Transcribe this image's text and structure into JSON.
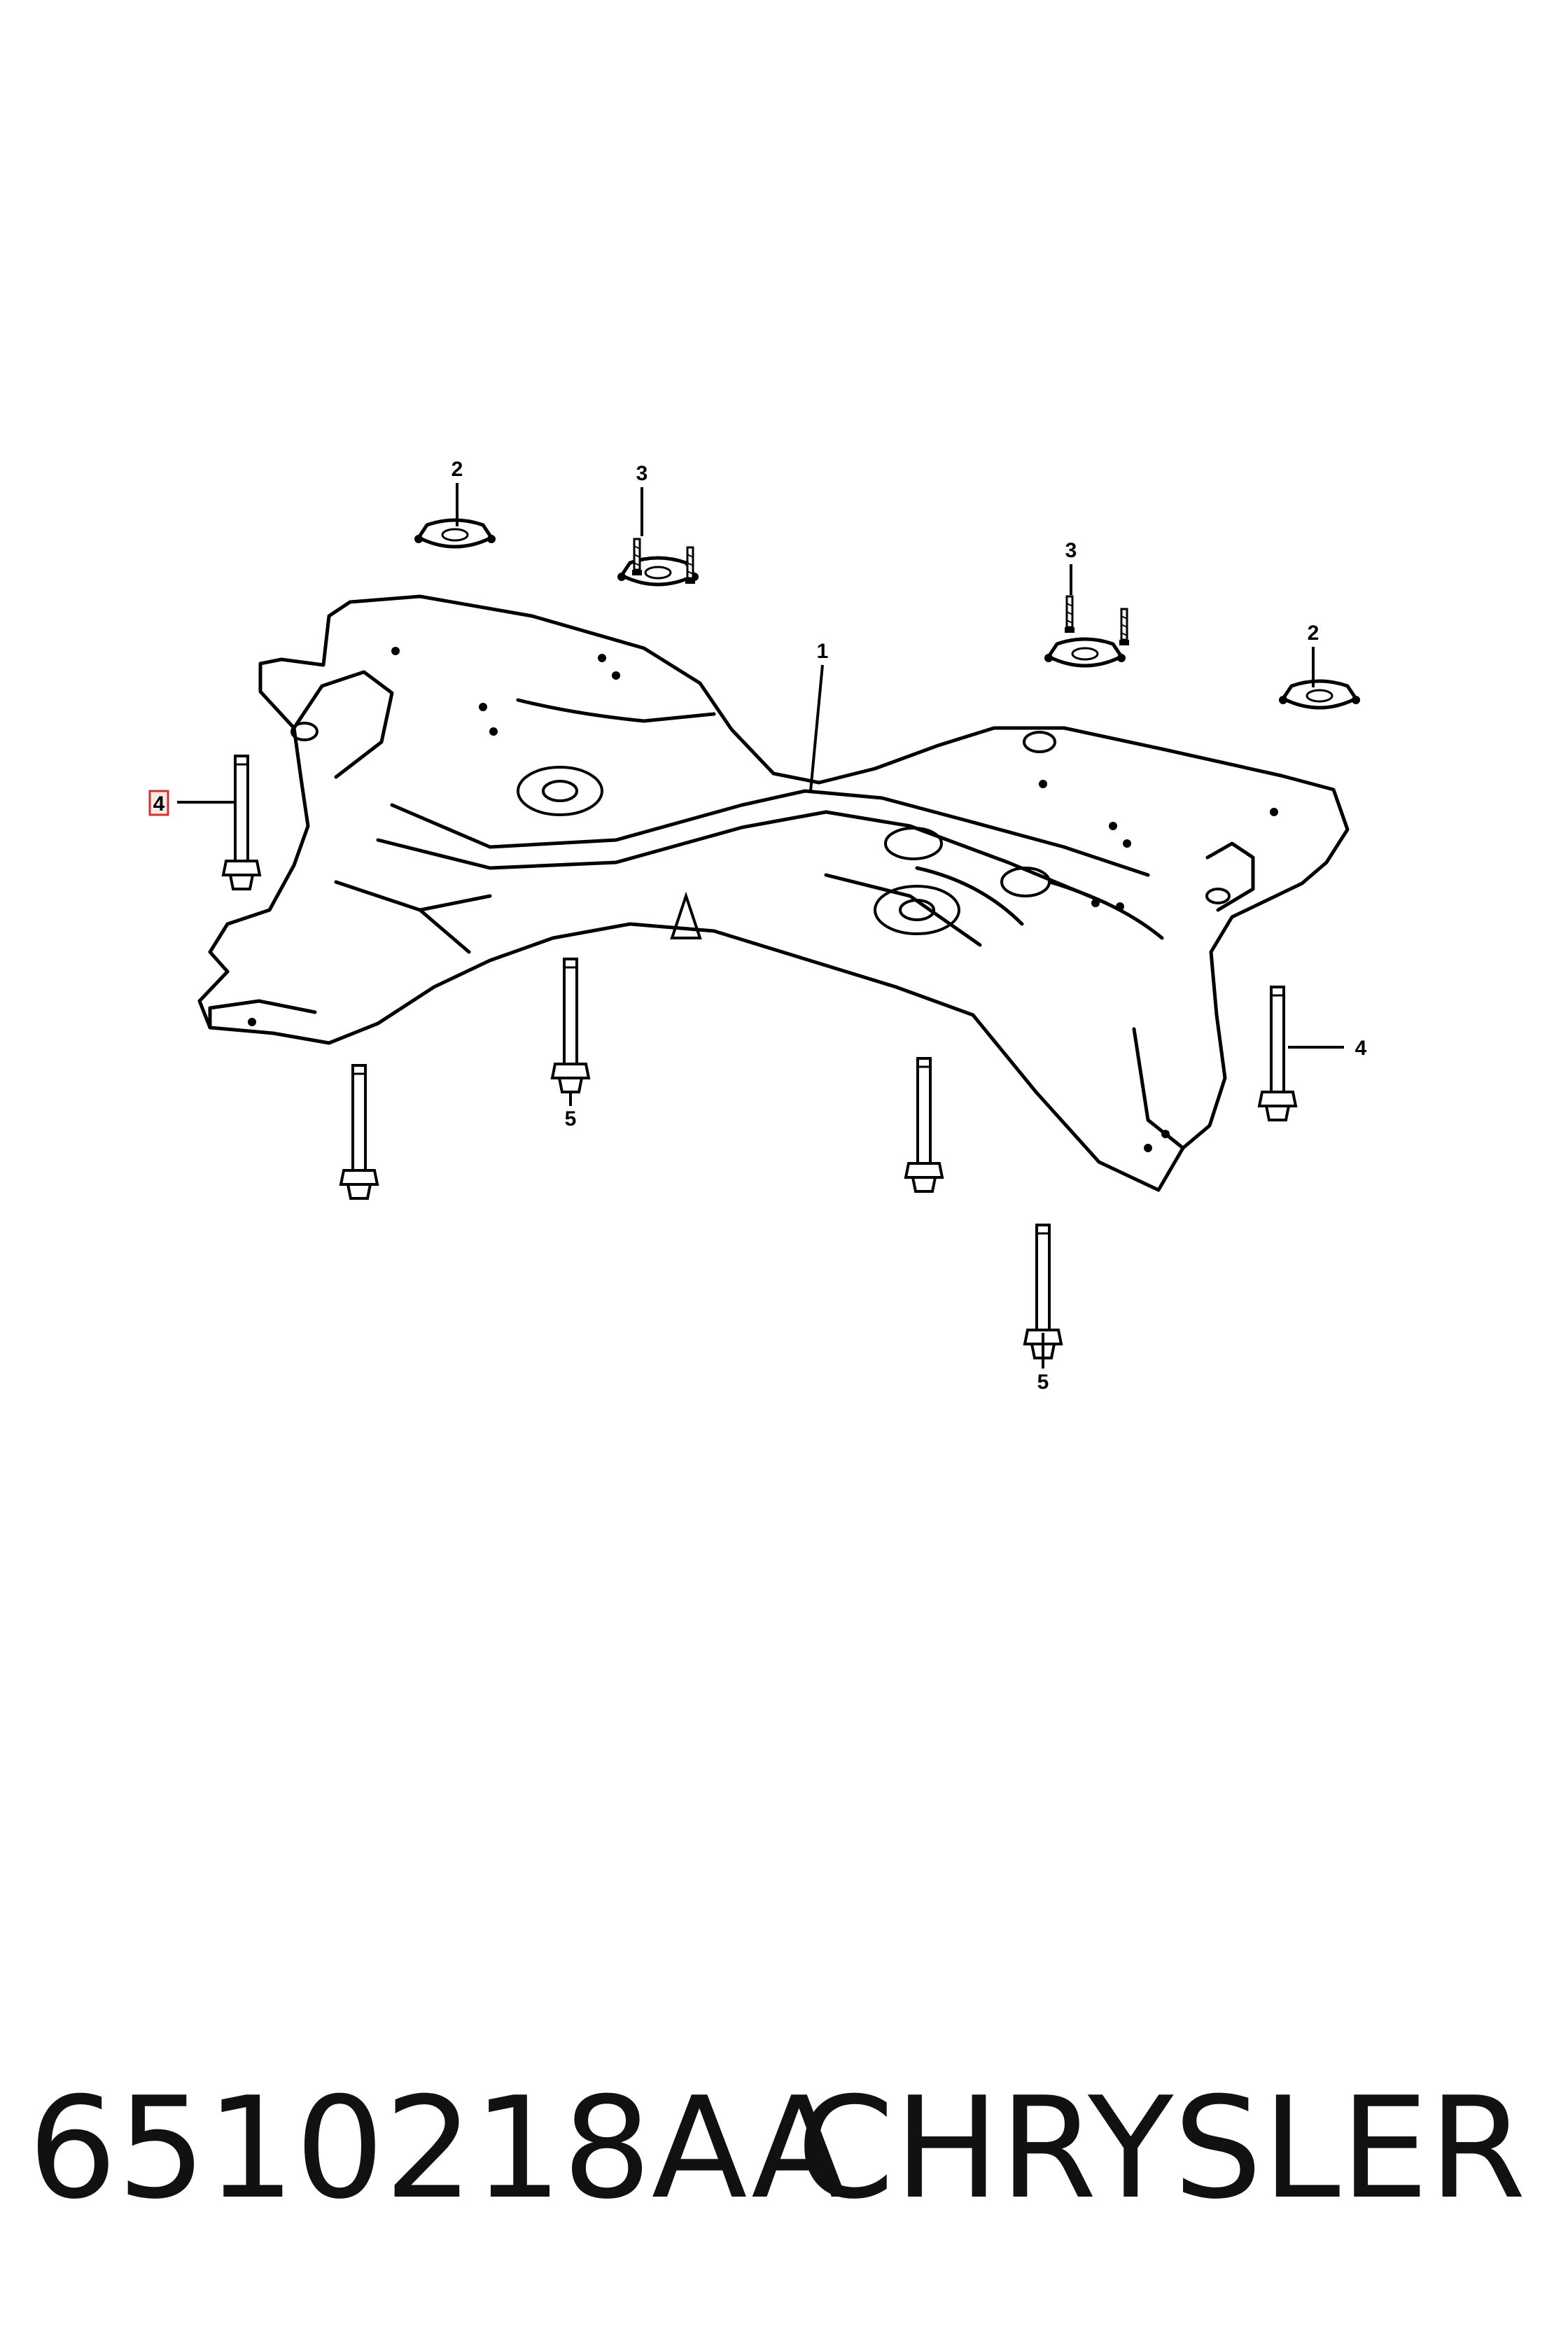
{
  "diagram": {
    "labels": {
      "crossmember": "1",
      "washer_left": "2",
      "washer_right": "2",
      "screws_left": "3",
      "screws_right": "3",
      "bolt4_left": "4",
      "bolt4_right": "4",
      "bolt5_center": "5",
      "bolt5_right": "5"
    },
    "highlight_color": "#cc3333",
    "line_color": "#000000"
  },
  "caption": {
    "part_number": "6510218AA",
    "brand": "CHRYSLER"
  }
}
